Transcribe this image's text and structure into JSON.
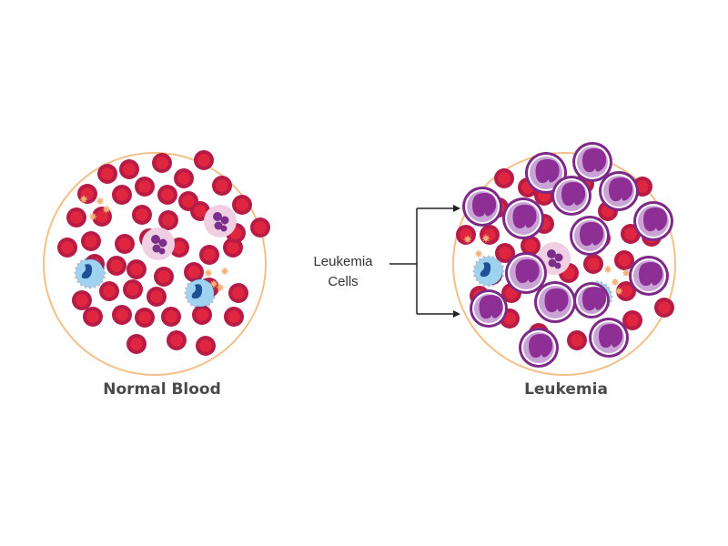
{
  "panels": [
    {
      "id": "normal",
      "label": "Normal Blood"
    },
    {
      "id": "leukemia",
      "label": "Leukemia"
    }
  ],
  "callout": {
    "line1": "Leukemia",
    "line2": "Cells"
  },
  "colors": {
    "rbc_outer": "#b71c46",
    "rbc_inner": "#e0263f",
    "circle_outline": "#f3c089",
    "blast_outer": "#7d2a86",
    "blast_ring": "#ffffff",
    "blast_fill": "#c9a3d6",
    "blast_nucleus": "#8e2f96",
    "neutrophil_fill": "#f1cfe3",
    "neutrophil_nucleus": "#7a2f8a",
    "lymph_fill": "#9fd2ef",
    "lymph_nucleus": "#1f4f95",
    "platelet": "#f4b277",
    "arrow": "#222222"
  }
}
